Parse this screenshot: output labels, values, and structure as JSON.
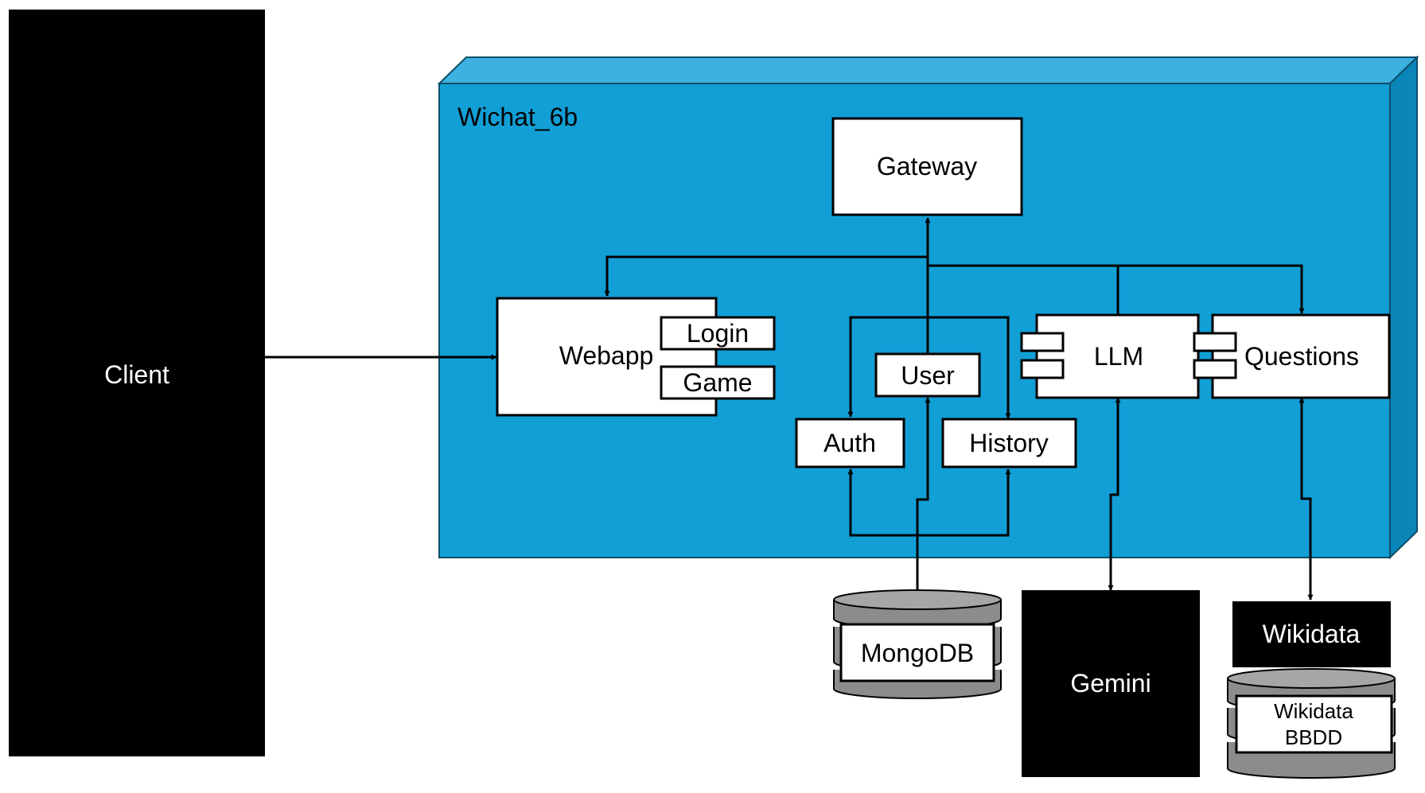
{
  "labels": {
    "client": "Client",
    "container": "Wichat_6b",
    "gateway": "Gateway",
    "webapp": "Webapp",
    "login": "Login",
    "game": "Game",
    "user": "User",
    "auth": "Auth",
    "history": "History",
    "llm": "LLM",
    "questions": "Questions",
    "mongodb": "MongoDB",
    "gemini": "Gemini",
    "wikidata": "Wikidata",
    "wikidata_bbdd_line1": "Wikidata",
    "wikidata_bbdd_line2": "BBDD"
  },
  "colors": {
    "container_front": "#119fd6",
    "container_top": "#3db1e0",
    "container_side": "#0b86b8",
    "database_fill": "#8c8c8c",
    "external_fill": "#000000",
    "box_fill": "#ffffff",
    "line": "#000000"
  }
}
